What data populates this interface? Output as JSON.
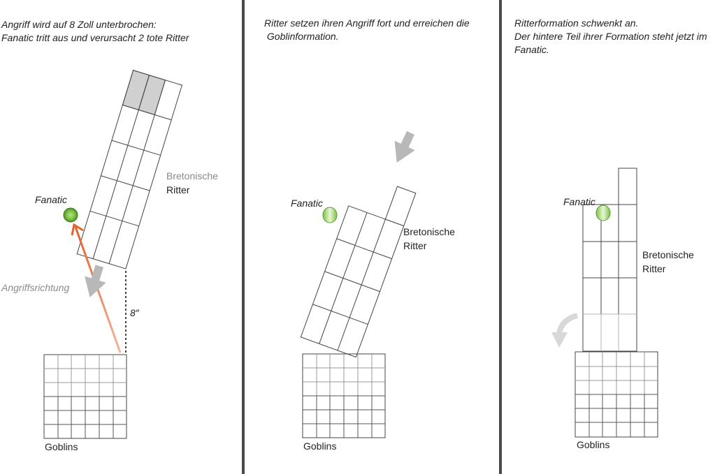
{
  "panels": [
    {
      "caption_line1": "Angriff wird auf 8 Zoll unterbrochen:",
      "caption_line2": "Fanatic tritt aus und verursacht 2 tote Ritter",
      "fanatic_label": "Fanatic",
      "knights_line1": "Bretonische",
      "knights_line2": "Ritter",
      "direction_label": "Angriffsrichtung",
      "distance_label": "8″",
      "goblins_label": "Goblins",
      "dead_knights": 2
    },
    {
      "caption_line1": "Ritter setzen ihren Angriff fort und erreichen die",
      "caption_line2": " Goblinformation.",
      "fanatic_label": "Fanatic",
      "knights_line1": "Bretonische",
      "knights_line2": "Ritter",
      "goblins_label": "Goblins"
    },
    {
      "caption_line1": "Ritterformation schwenkt an.",
      "caption_line2": "Der hintere Teil ihrer Formation steht jetzt im",
      "caption_line3": "Fanatic.",
      "fanatic_label": "Fanatic",
      "knights_line1": "Bretonische",
      "knights_line2": "Ritter",
      "goblins_label": "Goblins"
    }
  ],
  "colors": {
    "divider": "#4a4a4a",
    "arrow_orange": "#e0622e",
    "fanatic_green": "#7cc242",
    "dead_fill": "#d0d0d0",
    "move_arrow": "#b8b8b8"
  },
  "icons": [
    "fanatic-marker",
    "charge-direction-arrow",
    "fanatic-path-arrow",
    "wheel-arrow"
  ]
}
